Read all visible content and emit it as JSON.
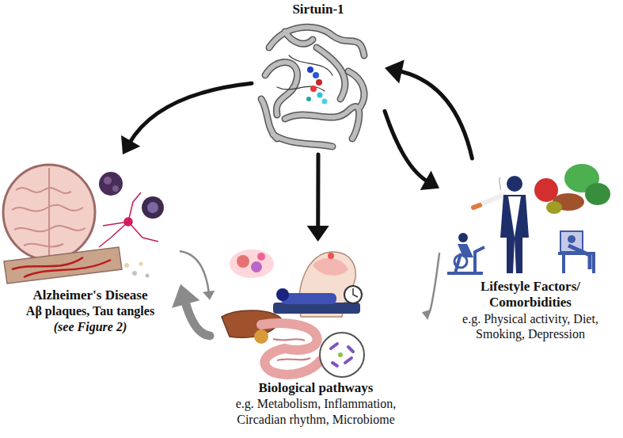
{
  "diagram": {
    "nodes": [
      {
        "text": [
          "Sirtuin-1"
        ]
      },
      {
        "text": [
          "Alzheimer's Disease",
          "Aβ plaques, Tau tangles",
          "(see Figure 2)"
        ]
      },
      {
        "text": [
          "Biological pathways",
          "e.g. Metabolism, Inflammation, Circadian rhythm, Microbiome"
        ]
      },
      {
        "text": [
          "Lifestyle Factors/ Comorbidities",
          "e.g. Physical activity, Diet, Smoking, Depression"
        ]
      }
    ],
    "edges": [
      {
        "from": 0,
        "to": 1,
        "arrow": "to"
      },
      {
        "from": 0,
        "to": 2,
        "arrow": "to"
      },
      {
        "from": 3,
        "to": 0,
        "arrow": "to"
      },
      {
        "from": 0,
        "to": 3,
        "arrow": "to"
      },
      {
        "from": 1,
        "to": 2,
        "arrow": "to"
      },
      {
        "from": 2,
        "to": 1,
        "arrow": "to"
      },
      {
        "from": 3,
        "to": 2,
        "arrow": "to"
      }
    ]
  }
}
